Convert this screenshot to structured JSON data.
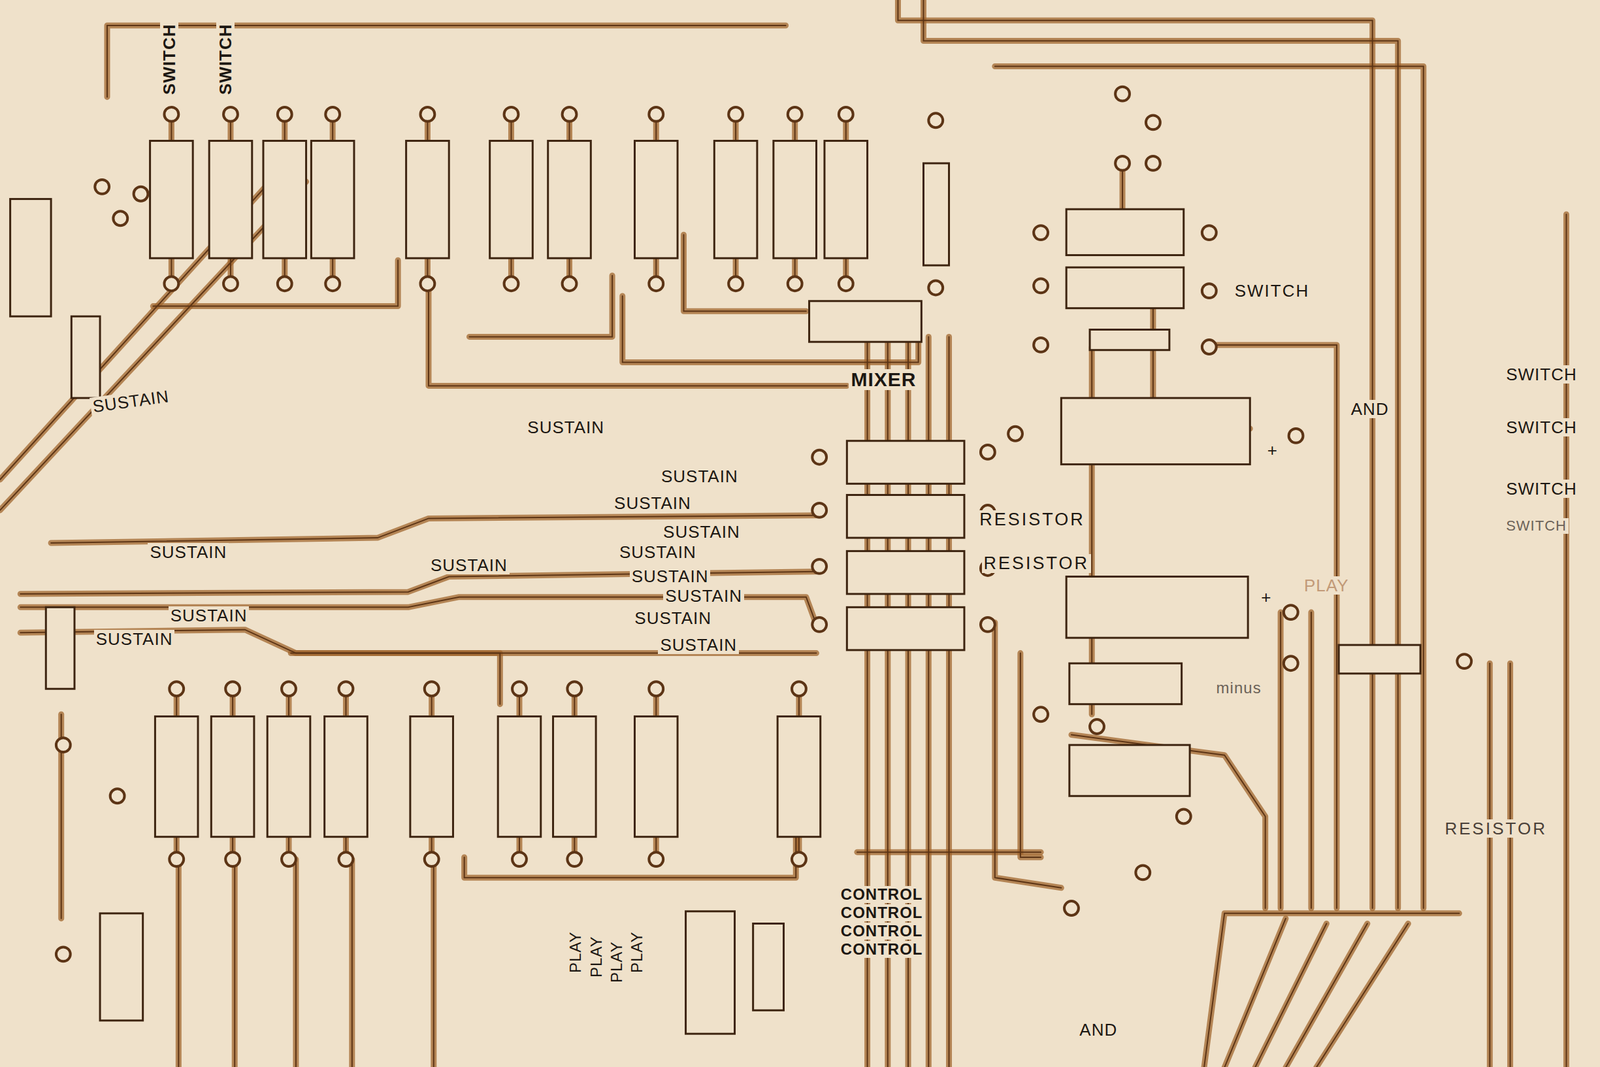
{
  "diagram": {
    "labels": [
      "SWITCH",
      "SWITCH",
      "SWITCH",
      "MIXER",
      "AND",
      "SWITCH",
      "SUSTAIN",
      "SWITCH",
      "SUSTAIN",
      "+",
      "SUSTAIN",
      "SWITCH",
      "SUSTAIN",
      "RESISTOR",
      "SUSTAIN",
      "SWITCH",
      "SUSTAIN",
      "SUSTAIN",
      "SUSTAIN",
      "RESISTOR",
      "SUSTAIN",
      "SUSTAIN",
      "+",
      "PLAY",
      "SUSTAIN",
      "SUSTAIN",
      "SUSTAIN",
      "SUSTAIN",
      "minus",
      "RESISTOR",
      "PLAY",
      "PLAY",
      "PLAY",
      "PLAY",
      "CONTROL",
      "CONTROL",
      "CONTROL",
      "CONTROL",
      "AND"
    ]
  }
}
